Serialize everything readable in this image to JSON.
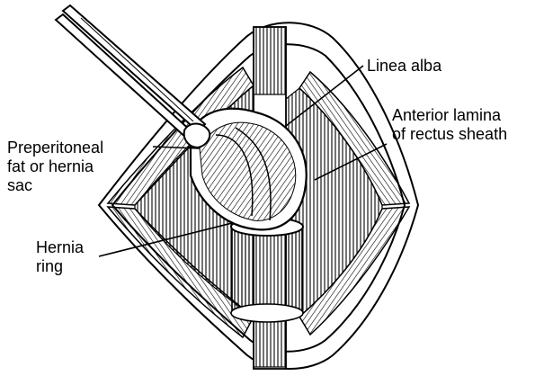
{
  "labels": {
    "linea_alba": "Linea alba",
    "anterior_lamina": [
      "Anterior lamina",
      "of rectus sheath"
    ],
    "preperitoneal": [
      "Preperitoneal",
      "fat or hernia",
      "sac"
    ],
    "hernia_ring": [
      "Hernia",
      "ring"
    ]
  }
}
